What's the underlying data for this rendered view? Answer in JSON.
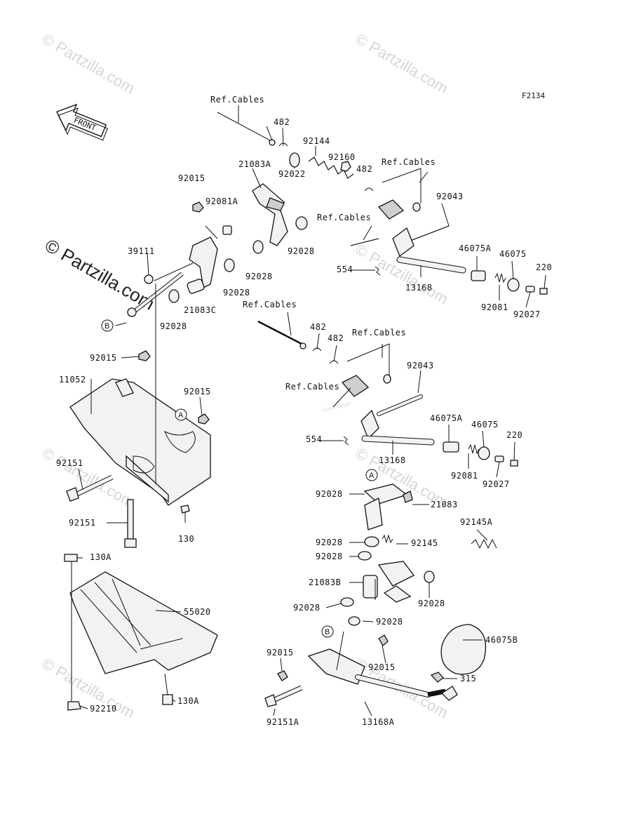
{
  "diagram": {
    "code": "F2134",
    "front_label": "FRONT",
    "watermark": "© Partzilla.com",
    "labels": {
      "ref_cables_1": "Ref.Cables",
      "p482_1": "482",
      "p92144": "92144",
      "p92160": "92160",
      "p482_2": "482",
      "ref_cables_2": "Ref.Cables",
      "p21083A": "21083A",
      "p92022": "92022",
      "p92043_1": "92043",
      "p92015_1": "92015",
      "p92081A": "92081A",
      "ref_cables_3": "Ref.Cables",
      "p92028_1": "92028",
      "p46075A_1": "46075A",
      "p46075_1": "46075",
      "p39111": "39111",
      "p554_1": "554",
      "p220_1": "220",
      "p92028_2": "92028",
      "p92028_3": "92028",
      "p13168_1": "13168",
      "p21083C": "21083C",
      "p92081_1": "92081",
      "p92027_1": "92027",
      "p92028_4": "92028",
      "ref_cables_4": "Ref.Cables",
      "p482_3": "482",
      "p482_4": "482",
      "ref_cables_5": "Ref.Cables",
      "p92015_2": "92015",
      "p92043_2": "92043",
      "p11052": "11052",
      "p92015_3": "92015",
      "ref_cables_6": "Ref.Cables",
      "p46075A_2": "46075A",
      "p46075_2": "46075",
      "p554_2": "554",
      "p220_2": "220",
      "p13168_2": "13168",
      "p92151_1": "92151",
      "p92081_2": "92081",
      "p92027_2": "92027",
      "p92028_5": "92028",
      "p21083": "21083",
      "p92151_2": "92151",
      "p130_1": "130",
      "p92145A": "92145A",
      "p92028_6": "92028",
      "p92145": "92145",
      "p92028_7": "92028",
      "p130A_1": "130A",
      "p21083B": "21083B",
      "p55020": "55020",
      "p92028_8": "92028",
      "p92028_9": "92028",
      "p92028_10": "92028",
      "p46075B": "46075B",
      "p92015_4": "92015",
      "p92015_5": "92015",
      "p315": "315",
      "p92210": "92210",
      "p130A_2": "130A",
      "p92151A": "92151A",
      "p13168A": "13168A"
    },
    "refs": {
      "A": "A",
      "B": "B"
    }
  }
}
